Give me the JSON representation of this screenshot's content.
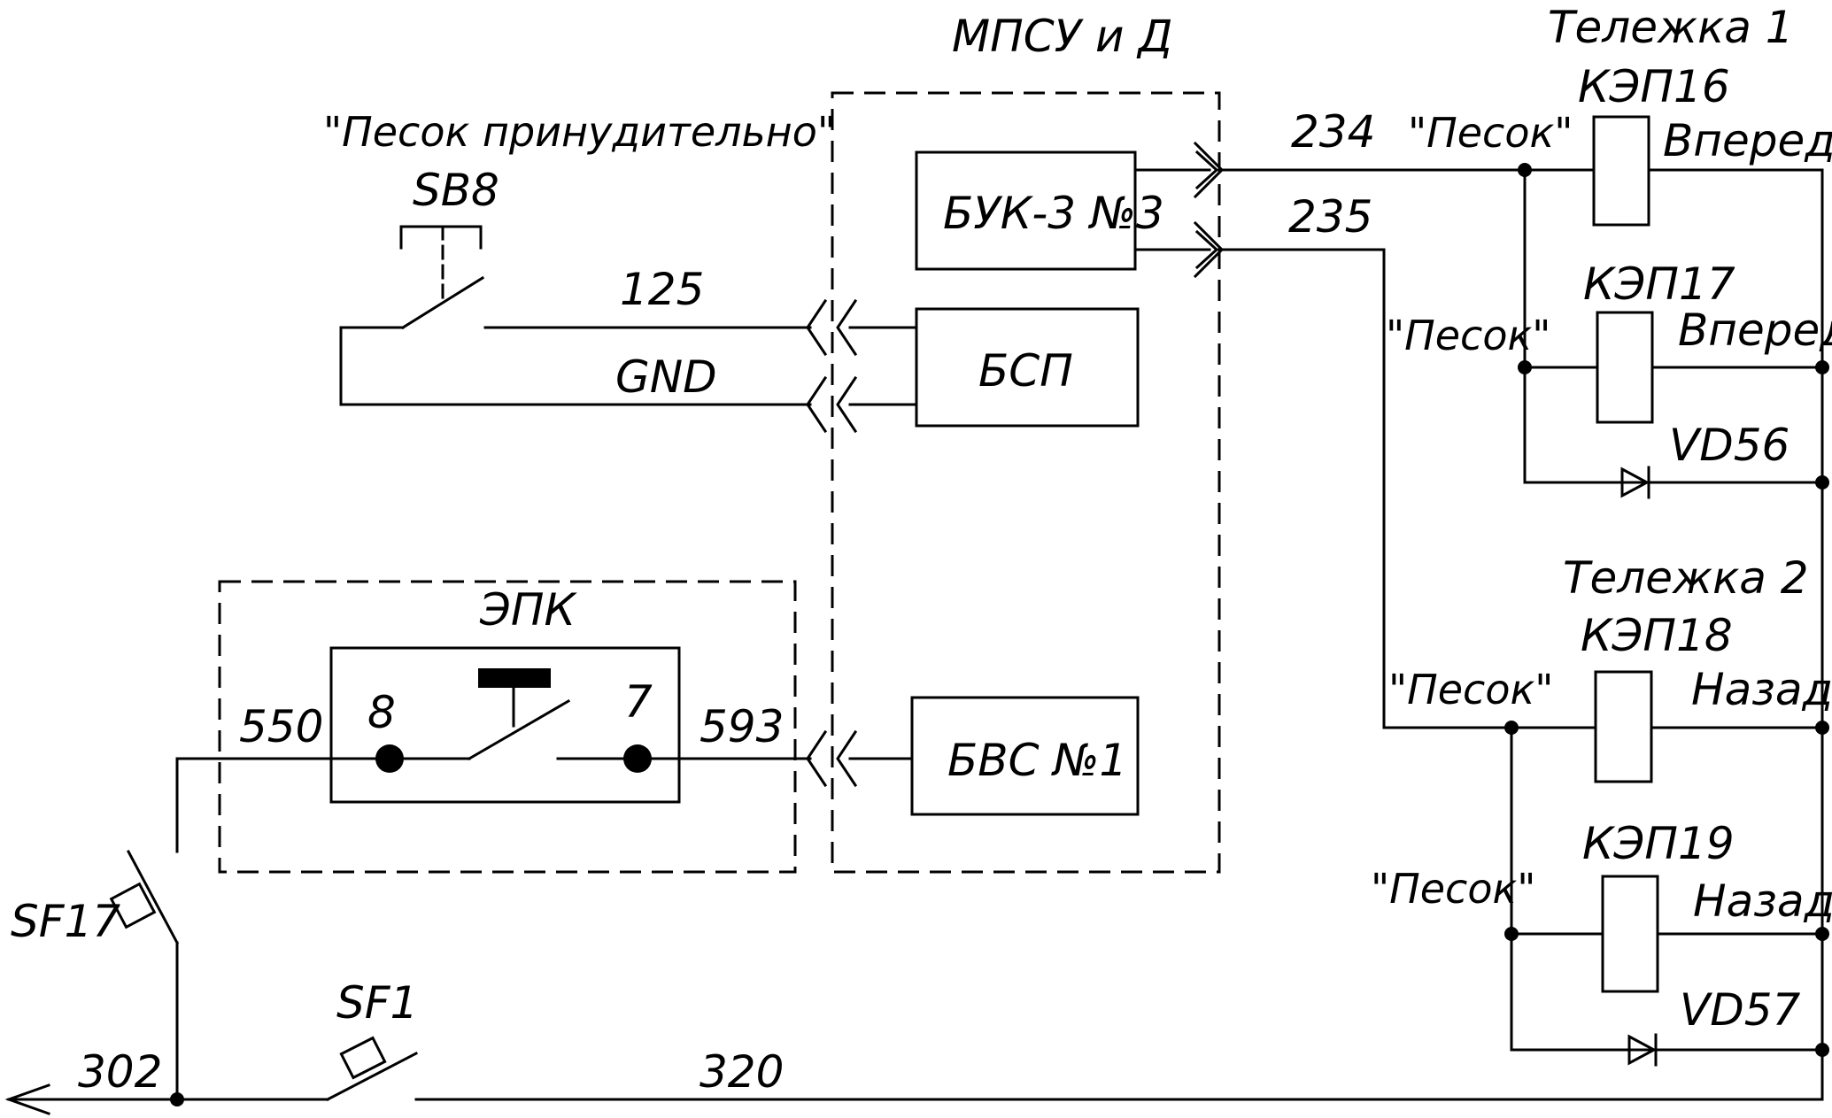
{
  "labels": {
    "mpsu": "МПСУ и Д",
    "sand_forced": "\"Песок принудительно\"",
    "sb8": "SB8",
    "buk": "БУК-3 №3",
    "bsp": "БСП",
    "bvs": "БВС №1",
    "epk": "ЭПК",
    "w125": "125",
    "gnd": "GND",
    "w234": "234",
    "w235": "235",
    "w550": "550",
    "w593": "593",
    "w302": "302",
    "w320": "320",
    "pin8": "8",
    "pin7": "7",
    "sf17": "SF17",
    "sf1": "SF1",
    "bogie1": "Тележка 1",
    "bogie2": "Тележка 2",
    "kep16": "КЭП16",
    "kep17": "КЭП17",
    "kep18": "КЭП18",
    "kep19": "КЭП19",
    "fwd1": "Вперед",
    "fwd2": "Вперед",
    "back1": "Назад",
    "back2": "Назад",
    "vd56": "VD56",
    "vd57": "VD57",
    "sand1": "\"Песок\"",
    "sand2": "\"Песок\"",
    "sand3": "\"Песок\"",
    "sand4": "\"Песок\""
  }
}
